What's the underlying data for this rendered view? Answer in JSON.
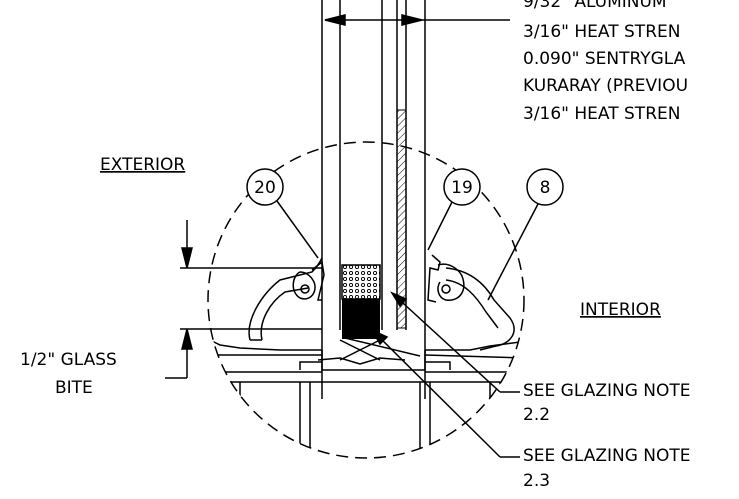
{
  "spec_lines": [
    "9/32\" ALUMINUM",
    "3/16\" HEAT STREN",
    "0.090\" SENTRYGLA",
    "KURARAY (PREVIOU",
    "3/16\" HEAT STREN"
  ],
  "labels": {
    "exterior": "EXTERIOR",
    "interior": "INTERIOR",
    "glass_bite_line1": "1/2\" GLASS",
    "glass_bite_line2": "BITE"
  },
  "callouts": {
    "c20": "20",
    "c19": "19",
    "c8": "8"
  },
  "notes": [
    {
      "text": "SEE GLAZING NOTE",
      "ref": "2.2"
    },
    {
      "text": "SEE GLAZING NOTE",
      "ref": "2.3"
    }
  ]
}
